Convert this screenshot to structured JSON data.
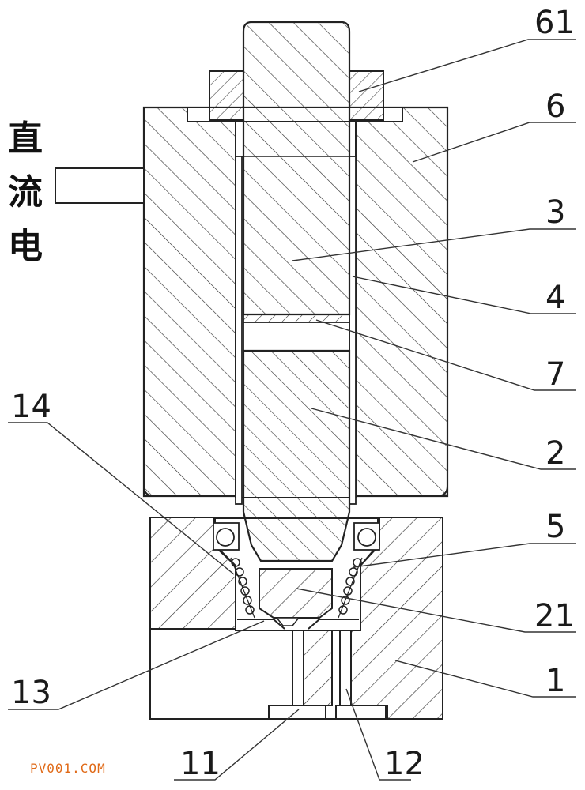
{
  "side_label": {
    "lines": [
      "直",
      "流",
      "电"
    ]
  },
  "callouts": {
    "c61": "61",
    "c6": "6",
    "c3": "3",
    "c4": "4",
    "c7": "7",
    "c2": "2",
    "c5": "5",
    "c21": "21",
    "c1": "1",
    "c14": "14",
    "c13": "13",
    "c11": "11",
    "c12": "12"
  },
  "watermark": "PV001.COM",
  "colors": {
    "line": "#222222",
    "watermark": "#e06a18",
    "background": "#ffffff"
  }
}
